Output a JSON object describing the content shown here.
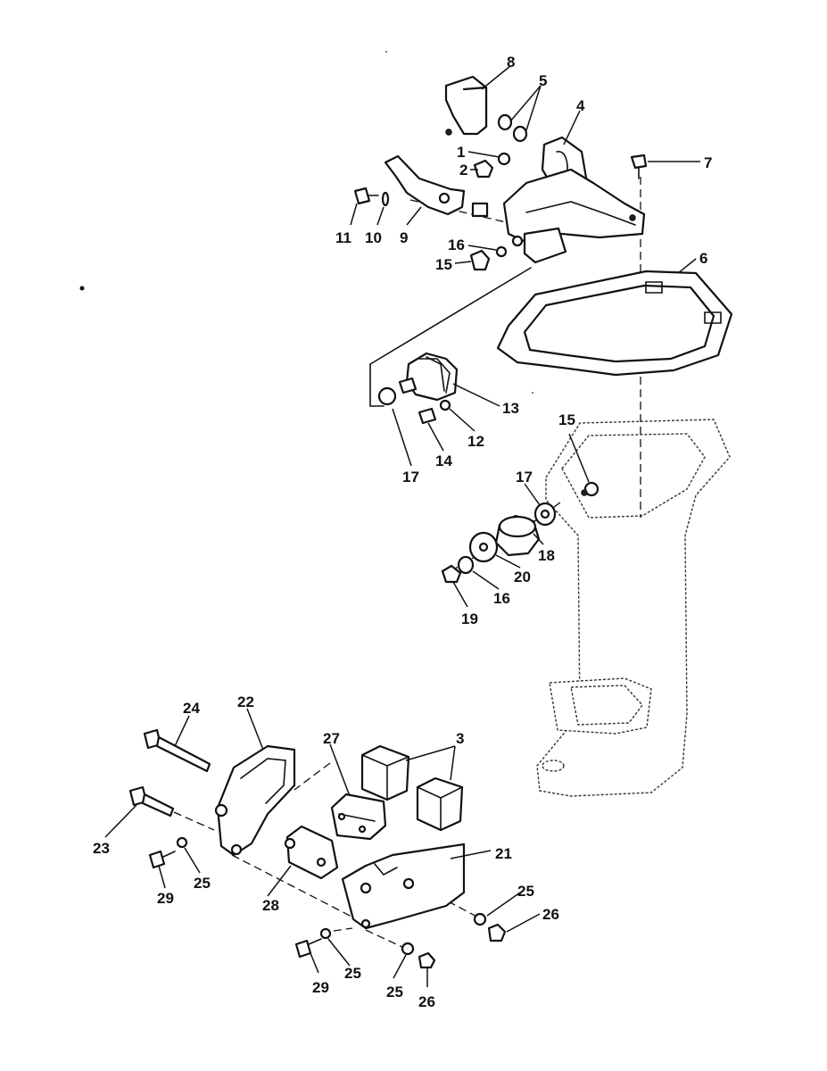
{
  "callouts": [
    {
      "id": "8",
      "label": "8"
    },
    {
      "id": "5",
      "label": "5"
    },
    {
      "id": "4",
      "label": "4"
    },
    {
      "id": "1",
      "label": "1"
    },
    {
      "id": "2",
      "label": "2"
    },
    {
      "id": "7",
      "label": "7"
    },
    {
      "id": "11",
      "label": "11"
    },
    {
      "id": "10",
      "label": "10"
    },
    {
      "id": "9",
      "label": "9"
    },
    {
      "id": "16a",
      "label": "16"
    },
    {
      "id": "15a",
      "label": "15"
    },
    {
      "id": "6",
      "label": "6"
    },
    {
      "id": "13",
      "label": "13"
    },
    {
      "id": "12",
      "label": "12"
    },
    {
      "id": "14",
      "label": "14"
    },
    {
      "id": "17a",
      "label": "17"
    },
    {
      "id": "15b",
      "label": "15"
    },
    {
      "id": "17b",
      "label": "17"
    },
    {
      "id": "18",
      "label": "18"
    },
    {
      "id": "20",
      "label": "20"
    },
    {
      "id": "16b",
      "label": "16"
    },
    {
      "id": "19",
      "label": "19"
    },
    {
      "id": "24",
      "label": "24"
    },
    {
      "id": "22",
      "label": "22"
    },
    {
      "id": "27",
      "label": "27"
    },
    {
      "id": "3",
      "label": "3"
    },
    {
      "id": "23",
      "label": "23"
    },
    {
      "id": "29a",
      "label": "29"
    },
    {
      "id": "25a",
      "label": "25"
    },
    {
      "id": "21",
      "label": "21"
    },
    {
      "id": "28",
      "label": "28"
    },
    {
      "id": "25b",
      "label": "25"
    },
    {
      "id": "26a",
      "label": "26"
    },
    {
      "id": "29b",
      "label": "29"
    },
    {
      "id": "25c",
      "label": "25"
    },
    {
      "id": "25d",
      "label": "25"
    },
    {
      "id": "26b",
      "label": "26"
    }
  ]
}
